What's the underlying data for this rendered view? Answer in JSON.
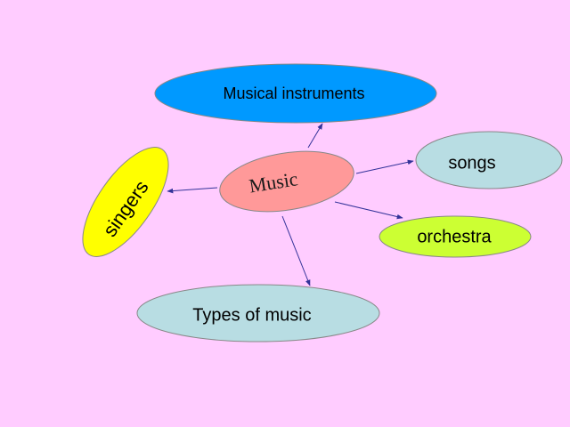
{
  "slide": {
    "background": "#FFCCFF"
  },
  "diagram": {
    "center": {
      "label": "Music",
      "fill": "#FF9999"
    },
    "nodes": [
      {
        "id": "instruments",
        "label": "Musical instruments",
        "fill": "#0099FF"
      },
      {
        "id": "songs",
        "label": "songs",
        "fill": "#B8DDE3"
      },
      {
        "id": "singers",
        "label": "singers",
        "fill": "#FFFF00"
      },
      {
        "id": "orchestra",
        "label": "orchestra",
        "fill": "#CCFF33"
      },
      {
        "id": "types",
        "label": "Types of music",
        "fill": "#B8DDE3"
      }
    ],
    "connector_color": "#333399",
    "node_stroke": "#888888"
  }
}
